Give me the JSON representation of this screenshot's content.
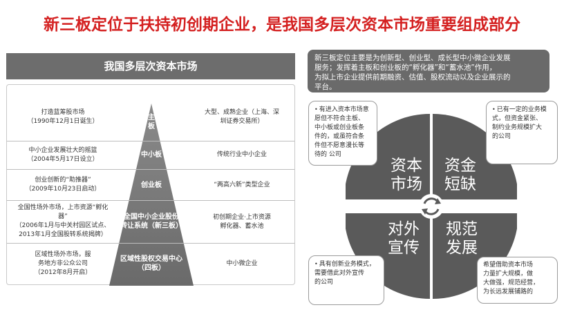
{
  "title": "新三板定位于扶持初创期企业，是我国多层次资本市场重要组成部分",
  "left": {
    "header": "我国多层次资本市场",
    "rows": [
      {
        "left_lines": [
          "打造蓝筹股市场",
          "（1990年12月1日诞生）"
        ],
        "pyramid_lines": [
          "主",
          "板"
        ],
        "right_lines": [
          "大型、成熟企业（上海、深",
          "圳证券交易所）"
        ]
      },
      {
        "left_lines": [
          "中小企业发展壮大的摇篮",
          "（2004年5月17日设立）"
        ],
        "pyramid_lines": [
          "中小板"
        ],
        "right_lines": [
          "传统行业中小企业"
        ]
      },
      {
        "left_lines": [
          "创业创新的“助推器”",
          "（2009年10月23日启动）"
        ],
        "pyramid_lines": [
          "创业板"
        ],
        "right_lines": [
          "“两高六新”类型企业"
        ]
      },
      {
        "left_lines": [
          "全国性场外市场，上市资源“孵化",
          "器”",
          "（2006年1月与中关村园区试点、",
          "2013年1月全国股转系统揭牌）"
        ],
        "pyramid_lines": [
          "全国中小企业股份",
          "转让系统（新三板）"
        ],
        "right_lines": [
          "初创期企业·上市资源",
          "孵化器、蓄水池"
        ]
      },
      {
        "left_lines": [
          "区域性场外市场，服",
          "务地方非公众公司",
          "（2012年8月开启）"
        ],
        "pyramid_lines": [
          "区域性股权交易中心",
          "（四板）"
        ],
        "right_lines": [
          "中小微企业"
        ]
      }
    ]
  },
  "right": {
    "info_lines": [
      "新三板定位主要是为创新型、创业型、成长型中小微企业发展",
      "服务；发挥着主板和创业板的“孵化器”和“蓄水池”作用，",
      "为拟上市企业提供前期融资、估值、股权流动以及企业展示的",
      "平台。"
    ],
    "quadrants": {
      "top_left": [
        "资本",
        "市场"
      ],
      "top_right": [
        "资金",
        "短缺"
      ],
      "bottom_left": [
        "对外",
        "宣传"
      ],
      "bottom_right": [
        "规范",
        "发展"
      ]
    },
    "callouts": {
      "top_left": [
        "有进入资本市场意",
        "愿但不符合主板、",
        "中小板或创业板条",
        "件的，或虽符合条",
        "件但不愿意漫长等",
        "待的 公司"
      ],
      "top_right": [
        "已有一定的业务模",
        "式，但资金紧张、",
        "制约业务规模扩大",
        "的公司"
      ],
      "bottom_left": [
        "具有创新业务模式，",
        "需要借此对外宣传",
        "的公司"
      ],
      "bottom_right": [
        "希望借助资本市场",
        "力量扩大规模，做",
        "大做强，规范经营，",
        "为长远发展铺路的"
      ]
    },
    "bullet_glyph": "•",
    "colors": {
      "quadrant": "#5a5a5a",
      "callout_border": "#9a9a9a"
    }
  },
  "icons": {
    "center": "cycle-arrows-icon"
  },
  "colors": {
    "title": "#d42020",
    "header_bg": "#6d6d6d",
    "pyramid": "#6e6e6e"
  }
}
